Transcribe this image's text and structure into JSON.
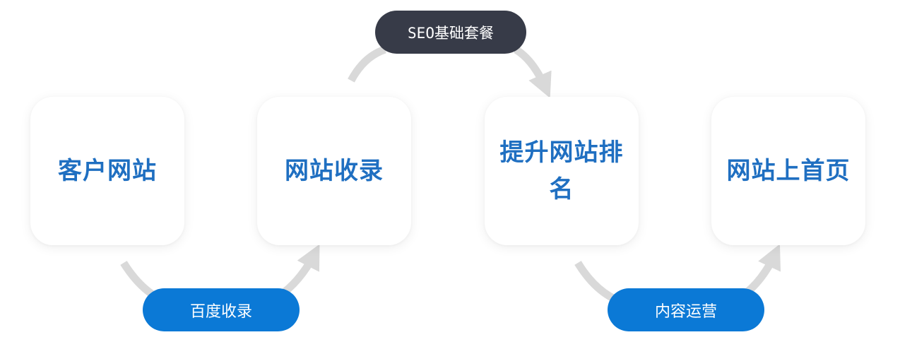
{
  "steps": [
    {
      "label": "客户网站"
    },
    {
      "label": "网站收录"
    },
    {
      "label": "提升网站排名"
    },
    {
      "label": "网站上首页"
    }
  ],
  "connectors": {
    "baidu": {
      "label": "百度收录"
    },
    "seo": {
      "label": "SEO基础套餐"
    },
    "content": {
      "label": "内容运营"
    }
  },
  "colors": {
    "step_text": "#1f6fc1",
    "pill_blue": "#0b79d6",
    "pill_dark": "#373b48",
    "arrow": "#d9d9d9"
  }
}
